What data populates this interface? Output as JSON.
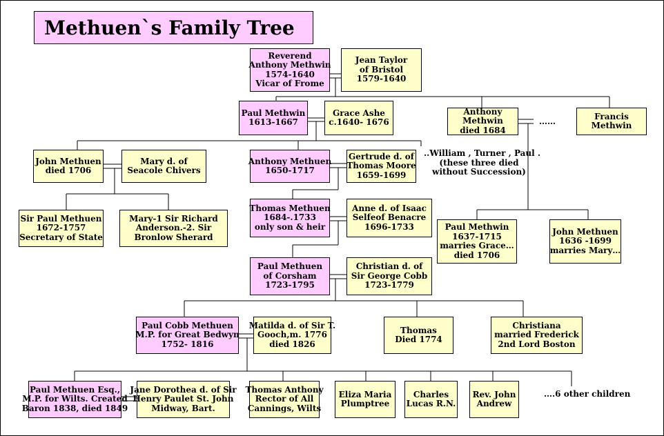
{
  "title": "Methuen`s Family Tree",
  "people": {
    "reverend_anthony": [
      "Reverend",
      "Anthony Methwin",
      "1574-1640",
      "Vicar of Frome"
    ],
    "jean_taylor": [
      "Jean Taylor",
      "of Bristol",
      "1579-1640"
    ],
    "paul_methwin_1613": [
      "Paul Methwin",
      "1613-1667"
    ],
    "grace_ashe": [
      "Grace Ashe",
      "c.1640- 1676"
    ],
    "anthony_methwin_1684": [
      "Anthony",
      "Methwin",
      "died 1684"
    ],
    "francis_methwin": [
      "Francis",
      "Methwin"
    ],
    "john_methuen_1706": [
      "John Methuen",
      "died 1706"
    ],
    "mary_seacole": [
      "Mary d. of",
      "Seacole Chivers"
    ],
    "anthony_methuen_1650": [
      "Anthony Methuen",
      "1650-1717"
    ],
    "gertrude": [
      "Gertrude d. of",
      "Thomas Moore",
      "1659-1699"
    ],
    "sir_paul": [
      "Sir Paul Methuen",
      "1672-1757",
      "Secretary of State"
    ],
    "mary_anderson": [
      "Mary-1 Sir Richard",
      "Anderson.-2. Sir",
      "Bronlow Sherard"
    ],
    "thomas_methuen_1684": [
      "Thomas Methuen",
      "1684-.1733",
      "only son & heir"
    ],
    "anne_isaac": [
      "Anne d. of Isaac",
      "Selfeof Benacre",
      "1696-1733"
    ],
    "paul_methwin_1637": [
      "Paul Methwin",
      "1637-1715",
      "marries Grace…",
      "died 1706"
    ],
    "john_methuen_1636": [
      "John Methuen",
      "1636 -1699",
      "marries Mary…"
    ],
    "paul_corsham": [
      "Paul Methuen",
      "of Corsham",
      "1723-1795"
    ],
    "christian_cobb": [
      "Christian d. of",
      "Sir George Cobb",
      "1723-1779"
    ],
    "paul_cobb": [
      "Paul Cobb Methuen",
      "M.P. for Great Bedwyn",
      "1752- 1816"
    ],
    "matilda": [
      "Matilda d. of Sir T.",
      "Gooch,m. 1776",
      "died 1826"
    ],
    "thomas_1774": [
      "Thomas",
      "Died 1774"
    ],
    "christiana": [
      "Christiana",
      "married Frederick",
      "2nd Lord Boston"
    ],
    "paul_esq": [
      "Paul Methuen Esq.,",
      "M.P. for Wilts. Created",
      "Baron 1838, died 1849"
    ],
    "jane_dorothea": [
      "Jane Dorothea d. of Sir",
      "Henry Paulet St. John",
      "Midway, Bart."
    ],
    "thomas_anthony": [
      "Thomas Anthony",
      "Rector of All",
      "Cannings, Wilts"
    ],
    "eliza_maria": [
      "Eliza Maria",
      "Plumptree"
    ],
    "charles_lucas": [
      "Charles",
      "Lucas R.N."
    ],
    "rev_john": [
      "Rev. John",
      "Andrew"
    ]
  },
  "notes": {
    "dots": "……",
    "william_turner_paul": [
      "..William , Turner , Paul .",
      "(these three died",
      "without Succession)"
    ],
    "other_children": "….6 other children"
  },
  "colors": {
    "male_box": "#ffccff",
    "female_box": "#ffffcc"
  }
}
